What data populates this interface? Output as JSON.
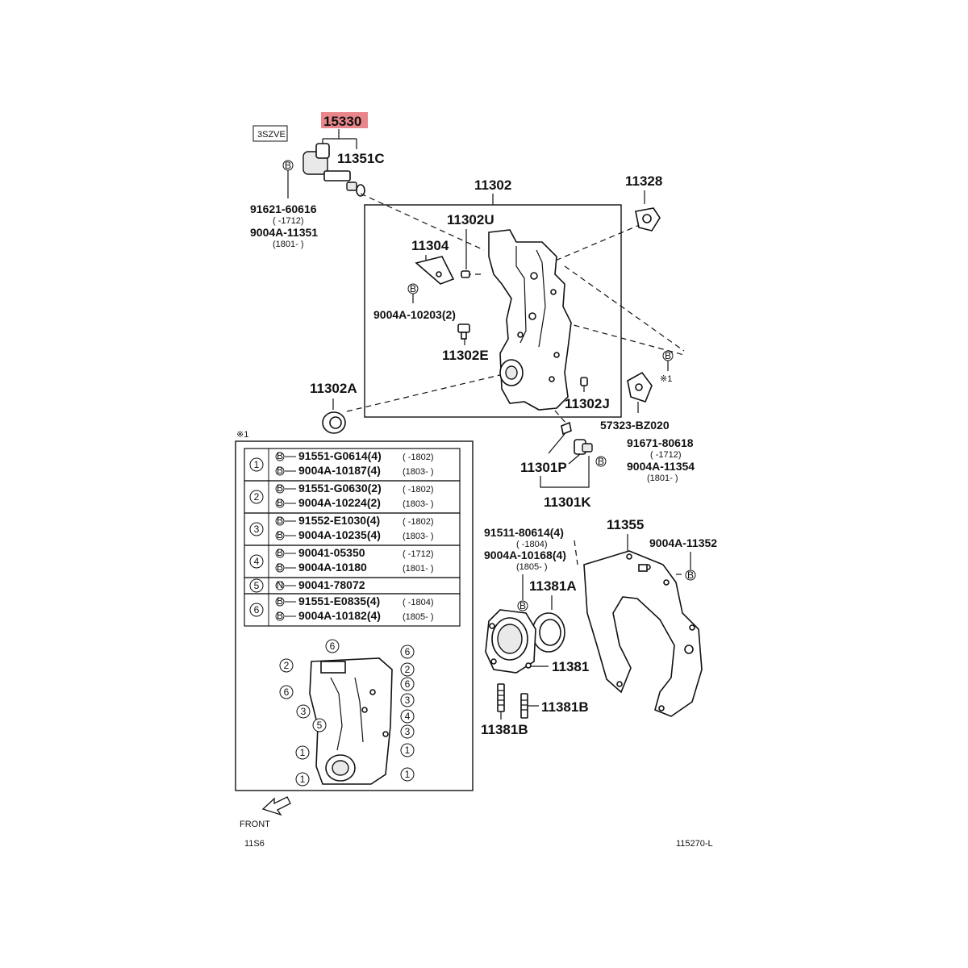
{
  "highlight_color": "#e8868b",
  "engine_tag": "3SZVE",
  "labels": {
    "p15330": "15330",
    "p11351c": "11351C",
    "p91621": "91621-60616",
    "p91621_note": "(      -1712)",
    "p9004a11351": "9004A-11351",
    "p9004a11351_note": "(1801-      )",
    "p11302": "11302",
    "p11328": "11328",
    "p11302u": "11302U",
    "p11304": "11304",
    "p9004a10203": "9004A-10203(2)",
    "p11302e": "11302E",
    "p11302a": "11302A",
    "p11302j": "11302J",
    "p57323": "57323-BZ020",
    "p91671": "91671-80618",
    "p91671_note": "(      -1712)",
    "p9004a11354": "9004A-11354",
    "p9004a11354_note": "(1801-      )",
    "p11301p": "11301P",
    "p11301k": "11301K",
    "p11355": "11355",
    "p9004a11352": "9004A-11352",
    "p91511": "91511-80614(4)",
    "p91511_note": "(      -1804)",
    "p9004a10168": "9004A-10168(4)",
    "p9004a10168_note": "(1805-      )",
    "p11381a": "11381A",
    "p11381": "11381",
    "p11381b_1": "11381B",
    "p11381b_2": "11381B",
    "note_mark": "※1",
    "box_mark": "※1"
  },
  "bolt_table": [
    {
      "index": "1",
      "rows": [
        {
          "prefix": "B",
          "part": "91551-G0614(4)",
          "range": "(      -1802)"
        },
        {
          "prefix": "B",
          "part": "9004A-10187(4)",
          "range": "(1803-      )"
        }
      ]
    },
    {
      "index": "2",
      "rows": [
        {
          "prefix": "B",
          "part": "91551-G0630(2)",
          "range": "(      -1802)"
        },
        {
          "prefix": "B",
          "part": "9004A-10224(2)",
          "range": "(1803-      )"
        }
      ]
    },
    {
      "index": "3",
      "rows": [
        {
          "prefix": "B",
          "part": "91552-E1030(4)",
          "range": "(      -1802)"
        },
        {
          "prefix": "B",
          "part": "9004A-10235(4)",
          "range": "(1803-      )"
        }
      ]
    },
    {
      "index": "4",
      "rows": [
        {
          "prefix": "B",
          "part": "90041-05350",
          "range": "(      -1712)"
        },
        {
          "prefix": "B",
          "part": "9004A-10180",
          "range": "(1801-      )"
        }
      ]
    },
    {
      "index": "5",
      "rows": [
        {
          "prefix": "N",
          "part": "90041-78072",
          "range": ""
        }
      ]
    },
    {
      "index": "6",
      "rows": [
        {
          "prefix": "B",
          "part": "91551-E0835(4)",
          "range": "(      -1804)"
        },
        {
          "prefix": "B",
          "part": "9004A-10182(4)",
          "range": "(1805-      )"
        }
      ]
    }
  ],
  "front_label": "FRONT",
  "code_left": "11S6",
  "code_right": "115270-L"
}
